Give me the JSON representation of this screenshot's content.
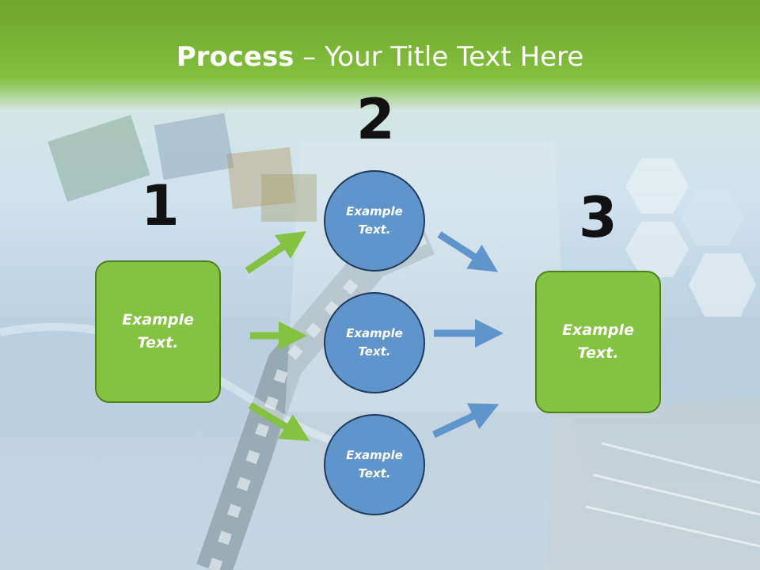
{
  "slide": {
    "title_bold": "Process",
    "title_rest": " – Your Title Text Here",
    "numbers": [
      "1",
      "2",
      "3"
    ],
    "step1_text": "Example Text.",
    "circles": [
      "Example Text.",
      "Example Text.",
      "Example Text."
    ],
    "step3_text": "Example Text."
  },
  "colors": {
    "header_green": "#7cb738",
    "box_green": "#84c341",
    "circle_blue": "#5f95cb",
    "arrow_green": "#84c341",
    "arrow_blue": "#5f95cb"
  }
}
